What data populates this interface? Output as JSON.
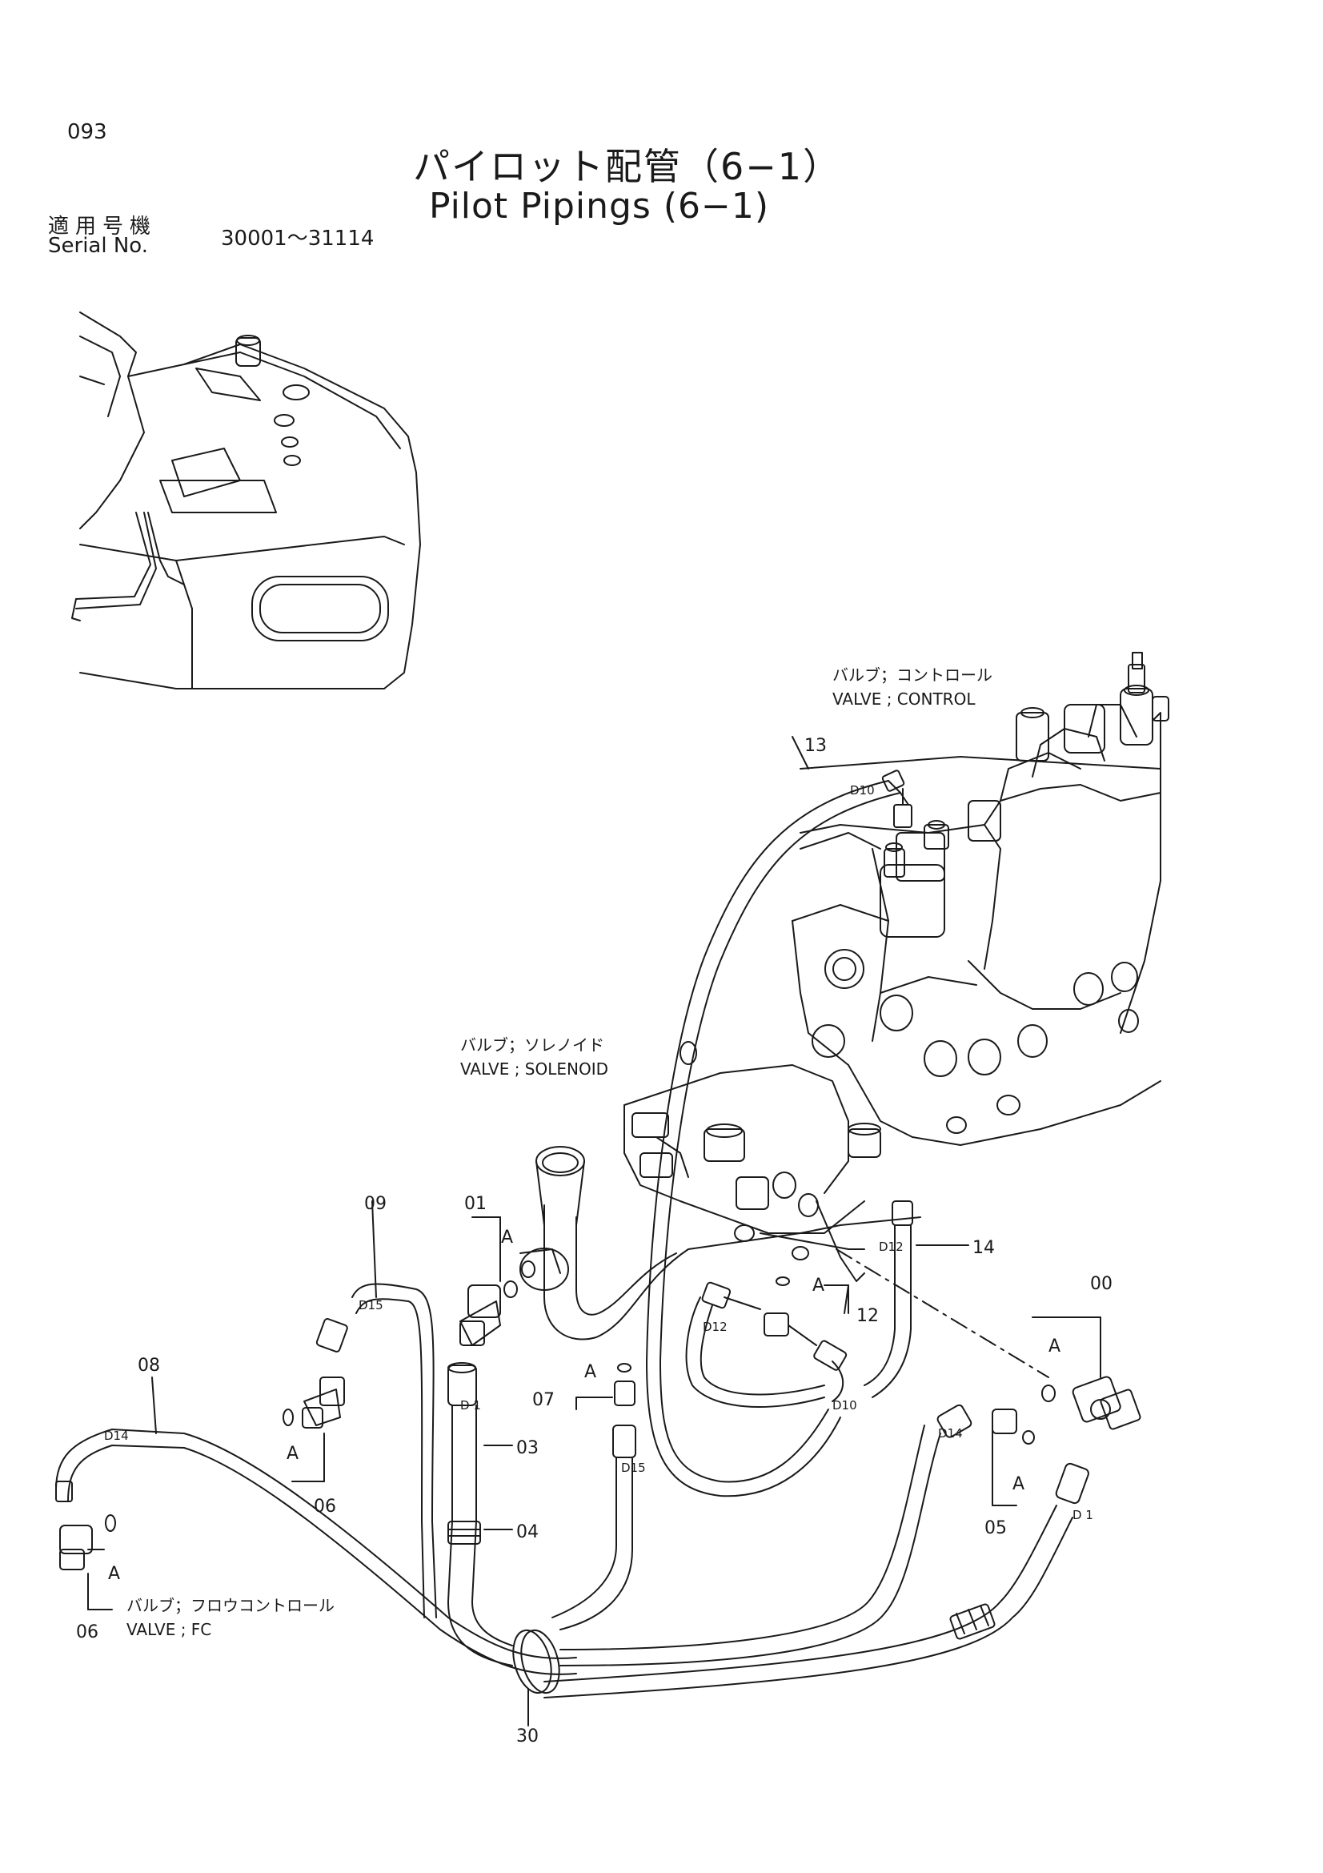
{
  "page_number": "093",
  "title": {
    "jp": "パイロット配管（6−1）",
    "en": "Pilot Pipings (6−1)"
  },
  "serial": {
    "label_jp": "適用号機",
    "label_en": "Serial No.",
    "range": "30001～31114"
  },
  "components": {
    "valve_control": {
      "jp": "バルブ；コントロール",
      "en": "VALVE ; CONTROL"
    },
    "valve_solenoid": {
      "jp": "バルブ；ソレノイド",
      "en": "VALVE ; SOLENOID"
    },
    "valve_fc": {
      "jp": "バルブ；フロウコントロール",
      "en": "VALVE ; FC"
    }
  },
  "part_numbers": {
    "p00": "00",
    "p01": "01",
    "p03": "03",
    "p04": "04",
    "p05": "05",
    "p06a": "06",
    "p06b": "06",
    "p07": "07",
    "p08": "08",
    "p09": "09",
    "p12": "12",
    "p13": "13",
    "p14": "14",
    "p30": "30"
  },
  "size_labels": {
    "d10_top": "D10",
    "d15_09": "D15",
    "d14_08": "D14",
    "d1_03": "D 1",
    "d15_07": "D15",
    "d12_12": "D12",
    "d10_12": "D10",
    "d12_14": "D12",
    "d14_05": "D14",
    "d1_00": "D 1"
  },
  "oring_marks": {
    "a_01": "A",
    "a_07": "A",
    "a_12": "A",
    "a_06": "A",
    "a_fc": "A",
    "a_00": "A",
    "a_05": "A"
  }
}
